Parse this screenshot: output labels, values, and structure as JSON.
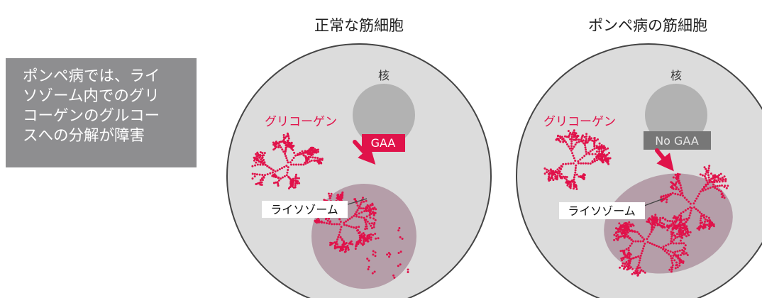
{
  "description_lines": [
    "ポンペ病では、ライ",
    "ソゾーム内でのグリ",
    "コーゲンのグルコー",
    "スへの分解が障害"
  ],
  "normal_cell": {
    "title": "正常な筋細胞",
    "nucleus": "核",
    "glycogen": "グリコーゲン",
    "enzyme": "GAA",
    "lysosome": "ライソゾーム"
  },
  "pompe_cell": {
    "title": "ポンペ病の筋細胞",
    "nucleus": "核",
    "glycogen": "グリコーゲン",
    "enzyme": "No GAA",
    "lysosome": "ライソゾーム"
  },
  "colors": {
    "cell_fill": "#dcdcdc",
    "cell_stroke": "#444444",
    "nucleus": "#b2b2b2",
    "lysosome": "#b59ea9",
    "glycogen": "#e0124a",
    "enzyme_present": "#e0124a",
    "enzyme_absent": "#777777",
    "infobox": "#8e8e90"
  }
}
